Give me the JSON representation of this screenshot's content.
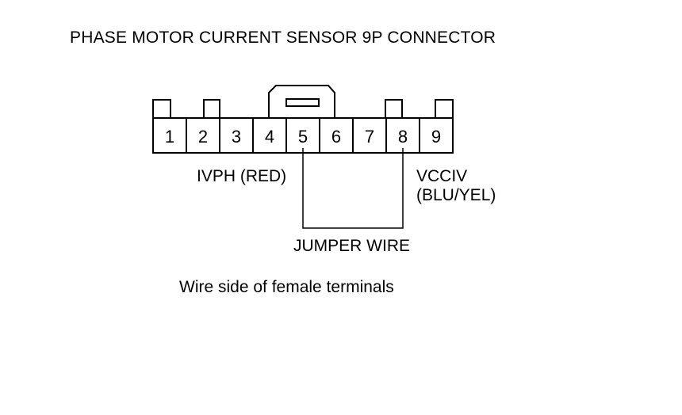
{
  "title": "PHASE MOTOR CURRENT SENSOR 9P CONNECTOR",
  "connector": {
    "pins": [
      "1",
      "2",
      "3",
      "4",
      "5",
      "6",
      "7",
      "8",
      "9"
    ]
  },
  "labels": {
    "ivph": "IVPH (RED)",
    "vcciv_line1": "VCCIV",
    "vcciv_line2": "(BLU/YEL)",
    "jumper": "JUMPER WIRE"
  },
  "caption": "Wire side of female terminals"
}
